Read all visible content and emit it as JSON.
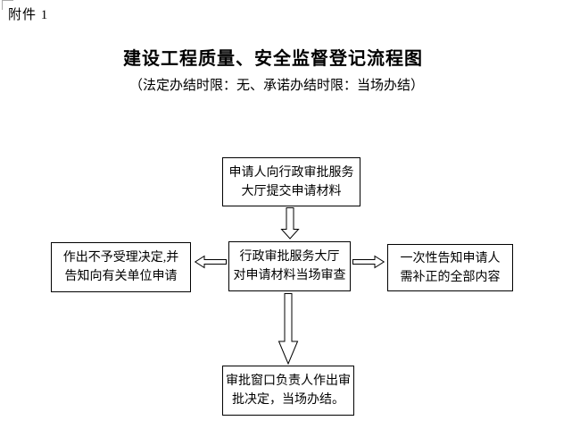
{
  "page": {
    "attachment_label": "附件 1",
    "title": "建设工程质量、安全监督登记流程图",
    "subtitle": "（法定办结时限：无、承诺办结时限：当场办结）",
    "background_color": "#ffffff",
    "text_color": "#000000",
    "boundary_mark_color": "#a9a9a9"
  },
  "flowchart": {
    "border_color": "#000000",
    "box_fill_color": "#ffffff",
    "boxes": {
      "submit": {
        "lines": [
          "申请人向行政审批服务",
          "大厅提交申请材料"
        ]
      },
      "review": {
        "lines": [
          "行政审批服务大厅",
          "对申请材料当场审查"
        ]
      },
      "reject": {
        "lines": [
          "作出不予受理决定,并",
          "告知向有关单位申请"
        ]
      },
      "supplement": {
        "lines": [
          "一次性告知申请人",
          "需补正的全部内容"
        ]
      },
      "decision": {
        "lines": [
          "审批窗口负责人作出审",
          "批决定，当场办结。"
        ]
      }
    },
    "arrows": [
      {
        "name": "down-arrow",
        "from": "submit",
        "to": "review"
      },
      {
        "name": "left-arrow",
        "from": "review",
        "to": "reject"
      },
      {
        "name": "right-arrow",
        "from": "review",
        "to": "supplement"
      },
      {
        "name": "long-down-arrow",
        "from": "review",
        "to": "decision"
      }
    ]
  }
}
